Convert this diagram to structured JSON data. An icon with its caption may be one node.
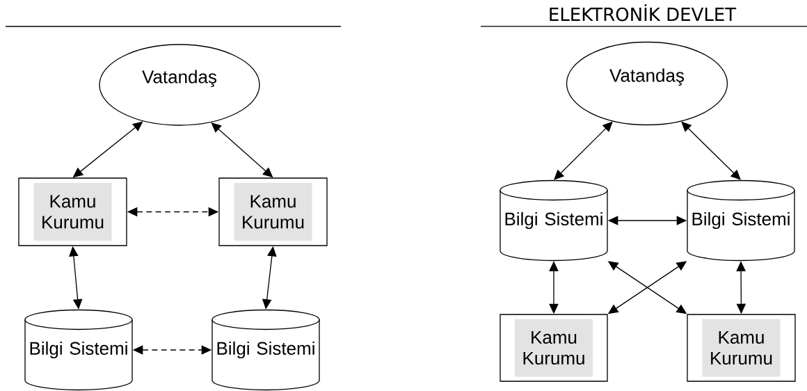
{
  "diagram": {
    "title": "ELEKTRONİK DEVLET",
    "nodes": [
      {
        "text": [
          "Vatandaş"
        ]
      },
      {
        "text": [
          "Kamu Kurumu"
        ]
      },
      {
        "text": [
          "Kamu Kurumu"
        ]
      },
      {
        "text": [
          "Bilgi Sistemi"
        ]
      },
      {
        "text": [
          "Bilgi Sistemi"
        ]
      },
      {
        "text": [
          "Vatandaş"
        ]
      },
      {
        "text": [
          "Bilgi Sistemi"
        ]
      },
      {
        "text": [
          "Bilgi Sistemi"
        ]
      },
      {
        "text": [
          "Kamu Kurumu"
        ]
      },
      {
        "text": [
          "Kamu Kurumu"
        ]
      }
    ],
    "edges": [
      {
        "from": 0,
        "to": 1,
        "arrow": "both"
      },
      {
        "from": 0,
        "to": 2,
        "arrow": "both"
      },
      {
        "from": 1,
        "to": 2,
        "arrow": "both",
        "style": "dashed"
      },
      {
        "from": 1,
        "to": 3,
        "arrow": "both"
      },
      {
        "from": 2,
        "to": 4,
        "arrow": "both"
      },
      {
        "from": 3,
        "to": 4,
        "arrow": "both",
        "style": "dashed"
      },
      {
        "from": 5,
        "to": 6,
        "arrow": "both"
      },
      {
        "from": 5,
        "to": 7,
        "arrow": "both"
      },
      {
        "from": 6,
        "to": 7,
        "arrow": "both"
      },
      {
        "from": 6,
        "to": 8,
        "arrow": "both"
      },
      {
        "from": 7,
        "to": 9,
        "arrow": "both"
      },
      {
        "from": 6,
        "to": 9,
        "arrow": "both"
      },
      {
        "from": 7,
        "to": 8,
        "arrow": "both"
      }
    ]
  }
}
